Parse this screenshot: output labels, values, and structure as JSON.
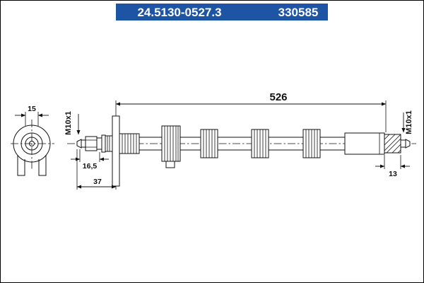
{
  "colors": {
    "header_bg": "#1e54a4",
    "line": "#111111"
  },
  "header": {
    "part_number": "24.5130-0527.3",
    "catalog_number": "330585"
  },
  "dimensions": {
    "overall_length": "526",
    "eyelet_width": "15",
    "thread_left": "M10x1",
    "thread_right": "M10x1",
    "fitting_length": "16,5",
    "bracket_offset": "37",
    "hex_width": "13"
  }
}
